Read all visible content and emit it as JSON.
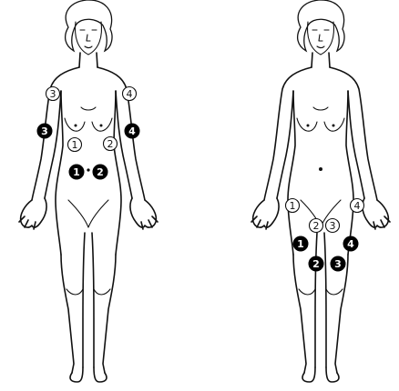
{
  "figures": [
    {
      "name": "figure-abdomen-arms",
      "markers": [
        {
          "label": "1",
          "style": "white",
          "site": "abdomen-upper-left"
        },
        {
          "label": "2",
          "style": "white",
          "site": "abdomen-upper-right"
        },
        {
          "label": "3",
          "style": "white",
          "site": "upper-arm-right-front"
        },
        {
          "label": "4",
          "style": "white",
          "site": "upper-arm-left-front"
        },
        {
          "label": "1",
          "style": "black",
          "site": "abdomen-lower-left"
        },
        {
          "label": "2",
          "style": "black",
          "site": "abdomen-lower-right"
        },
        {
          "label": "3",
          "style": "black",
          "site": "upper-arm-right-back"
        },
        {
          "label": "4",
          "style": "black",
          "site": "upper-arm-left-back"
        }
      ]
    },
    {
      "name": "figure-thighs",
      "markers": [
        {
          "label": "1",
          "style": "white",
          "site": "thigh-right-outer-upper"
        },
        {
          "label": "2",
          "style": "white",
          "site": "thigh-right-inner-upper"
        },
        {
          "label": "3",
          "style": "white",
          "site": "thigh-left-inner-upper"
        },
        {
          "label": "4",
          "style": "white",
          "site": "thigh-left-outer-upper"
        },
        {
          "label": "1",
          "style": "black",
          "site": "thigh-right-outer-lower"
        },
        {
          "label": "2",
          "style": "black",
          "site": "thigh-right-middle-lower"
        },
        {
          "label": "3",
          "style": "black",
          "site": "thigh-left-middle-lower"
        },
        {
          "label": "4",
          "style": "black",
          "site": "thigh-left-outer-lower"
        }
      ]
    }
  ],
  "colors": {
    "line": "#111111",
    "filled_marker": "#000000",
    "open_marker": "#ffffff"
  }
}
